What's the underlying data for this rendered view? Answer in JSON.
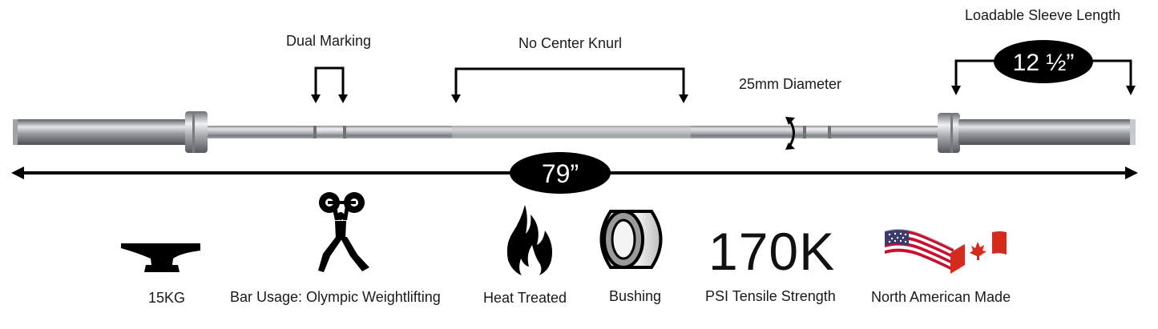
{
  "annotations": {
    "dual_marking": "Dual Marking",
    "no_center_knurl": "No Center Knurl",
    "diameter": "25mm Diameter",
    "sleeve_length_label": "Loadable Sleeve Length",
    "sleeve_length_value": "12 ½”",
    "total_length": "79”"
  },
  "features": [
    {
      "icon": "anvil-icon",
      "label": "15KG"
    },
    {
      "icon": "weightlifter-icon",
      "label": "Bar Usage: Olympic Weightlifting"
    },
    {
      "icon": "flame-icon",
      "label": "Heat Treated"
    },
    {
      "icon": "bushing-icon",
      "label": "Bushing"
    },
    {
      "icon": "tensile-strength-text",
      "value": "170K",
      "label": "PSI Tensile Strength"
    },
    {
      "icon": "usa-canada-flags-icon",
      "label": "North American Made"
    }
  ],
  "colors": {
    "bar_steel": "#c9ccd0",
    "sleeve_steel": "#a9adb2",
    "annotation": "#000000"
  }
}
